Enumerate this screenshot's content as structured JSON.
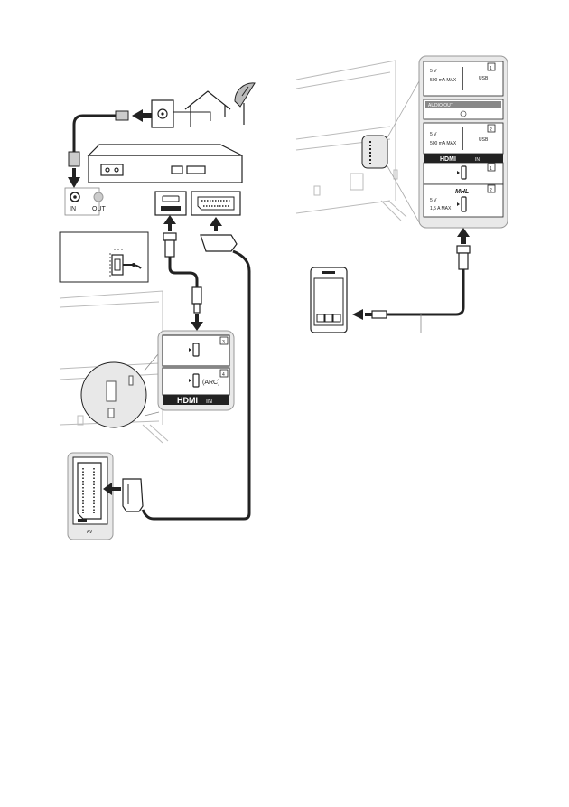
{
  "antenna_ports": {
    "in_label": "IN",
    "out_label": "OUT"
  },
  "hdmi_panel_left": {
    "port3": "3",
    "port4": "4",
    "arc": "(ARC)",
    "logo": "HDMI",
    "in": "IN"
  },
  "scart_panel": {
    "audio_symbol": "AV"
  },
  "right_panel": {
    "usb1": {
      "number": "1",
      "volt": "5 V",
      "current": "500 mA MAX",
      "label": "USB"
    },
    "audio_out": "AUDIO OUT",
    "usb2": {
      "number": "2",
      "volt": "5 V",
      "current": "500 mA MAX",
      "label": "USB"
    },
    "hdmi_logo": "HDMI",
    "hdmi_in": "IN",
    "hdmi1": "1",
    "hdmi2": "2",
    "mhl": "MHL",
    "mhl_volt": "5 V",
    "mhl_current": "1,5 A MAX"
  }
}
